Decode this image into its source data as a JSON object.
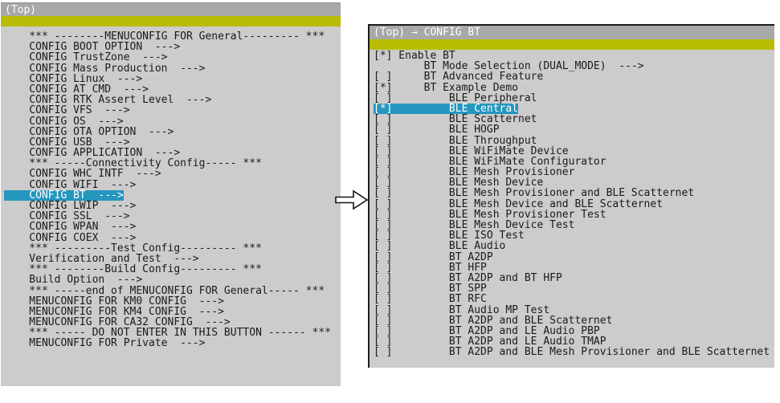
{
  "colors": {
    "panel_bg": "#cccccc",
    "header_bg": "#a8a8a8",
    "separator": "#b8bc04",
    "highlight": "#2596be",
    "highlight_text": "#ffffff",
    "text": "#1a1a1a"
  },
  "arrow_icon": "hollow-right-arrow",
  "left_panel": {
    "breadcrumb": "(Top)",
    "items": [
      {
        "text": "    *** --------MENUCONFIG FOR General--------- ***",
        "selected": false
      },
      {
        "text": "    CONFIG BOOT OPTION  --->",
        "selected": false
      },
      {
        "text": "    CONFIG TrustZone  --->",
        "selected": false
      },
      {
        "text": "    CONFIG Mass Production  --->",
        "selected": false
      },
      {
        "text": "    CONFIG Linux  --->",
        "selected": false
      },
      {
        "text": "    CONFIG AT CMD  --->",
        "selected": false
      },
      {
        "text": "    CONFIG RTK Assert Level  --->",
        "selected": false
      },
      {
        "text": "    CONFIG VFS  --->",
        "selected": false
      },
      {
        "text": "    CONFIG OS  --->",
        "selected": false
      },
      {
        "text": "    CONFIG OTA OPTION  --->",
        "selected": false
      },
      {
        "text": "    CONFIG USB  --->",
        "selected": false
      },
      {
        "text": "    CONFIG APPLICATION  --->",
        "selected": false
      },
      {
        "text": "    *** -----Connectivity Config----- ***",
        "selected": false
      },
      {
        "text": "    CONFIG WHC INTF  --->",
        "selected": false
      },
      {
        "text": "    CONFIG WIFI  --->",
        "selected": false
      },
      {
        "text": "    CONFIG BT  --->",
        "selected": true
      },
      {
        "text": "    CONFIG LWIP  --->",
        "selected": false
      },
      {
        "text": "    CONFIG SSL  --->",
        "selected": false
      },
      {
        "text": "    CONFIG WPAN  --->",
        "selected": false
      },
      {
        "text": "    CONFIG COEX  --->",
        "selected": false
      },
      {
        "text": "    *** ---------Test Config--------- ***",
        "selected": false
      },
      {
        "text": "    Verification and Test  --->",
        "selected": false
      },
      {
        "text": "    *** --------Build Config--------- ***",
        "selected": false
      },
      {
        "text": "    Build Option  --->",
        "selected": false
      },
      {
        "text": "    *** -----end of MENUCONFIG FOR General----- ***",
        "selected": false
      },
      {
        "text": "    MENUCONFIG FOR KM0 CONFIG  --->",
        "selected": false
      },
      {
        "text": "    MENUCONFIG FOR KM4 CONFIG  --->",
        "selected": false
      },
      {
        "text": "    MENUCONFIG FOR CA32 CONFIG  --->",
        "selected": false
      },
      {
        "text": "    *** ----- DO NOT ENTER IN THIS BUTTON ------ ***",
        "selected": false
      },
      {
        "text": "    MENUCONFIG FOR Private  --->",
        "selected": false
      }
    ]
  },
  "right_panel": {
    "breadcrumb": "(Top) → CONFIG BT",
    "items": [
      {
        "text": "[*] Enable BT",
        "selected": false
      },
      {
        "text": "        BT Mode Selection (DUAL_MODE)  --->",
        "selected": false
      },
      {
        "text": "[ ]     BT Advanced Feature",
        "selected": false
      },
      {
        "text": "[*]     BT Example Demo",
        "selected": false
      },
      {
        "text": "[ ]         BLE Peripheral",
        "selected": false
      },
      {
        "text": "[*]         BLE Central",
        "selected": true
      },
      {
        "text": "[ ]         BLE Scatternet",
        "selected": false
      },
      {
        "text": "[ ]         BLE HOGP",
        "selected": false
      },
      {
        "text": "[ ]         BLE Throughput",
        "selected": false
      },
      {
        "text": "[ ]         BLE WiFiMate Device",
        "selected": false
      },
      {
        "text": "[ ]         BLE WiFiMate Configurator",
        "selected": false
      },
      {
        "text": "[ ]         BLE Mesh Provisioner",
        "selected": false
      },
      {
        "text": "[ ]         BLE Mesh Device",
        "selected": false
      },
      {
        "text": "[ ]         BLE Mesh Provisioner and BLE Scatternet",
        "selected": false
      },
      {
        "text": "[ ]         BLE Mesh Device and BLE Scatternet",
        "selected": false
      },
      {
        "text": "[ ]         BLE Mesh Provisioner Test",
        "selected": false
      },
      {
        "text": "[ ]         BLE Mesh Device Test",
        "selected": false
      },
      {
        "text": "[ ]         BLE ISO Test",
        "selected": false
      },
      {
        "text": "[ ]         BLE Audio",
        "selected": false
      },
      {
        "text": "[ ]         BT A2DP",
        "selected": false
      },
      {
        "text": "[ ]         BT HFP",
        "selected": false
      },
      {
        "text": "[ ]         BT A2DP and BT HFP",
        "selected": false
      },
      {
        "text": "[ ]         BT SPP",
        "selected": false
      },
      {
        "text": "[ ]         BT RFC",
        "selected": false
      },
      {
        "text": "[ ]         BT Audio MP Test",
        "selected": false
      },
      {
        "text": "[ ]         BT A2DP and BLE Scatternet",
        "selected": false
      },
      {
        "text": "[ ]         BT A2DP and LE Audio PBP",
        "selected": false
      },
      {
        "text": "[ ]         BT A2DP and LE Audio TMAP",
        "selected": false
      },
      {
        "text": "[ ]         BT A2DP and BLE Mesh Provisioner and BLE Scatternet",
        "selected": false
      }
    ]
  }
}
